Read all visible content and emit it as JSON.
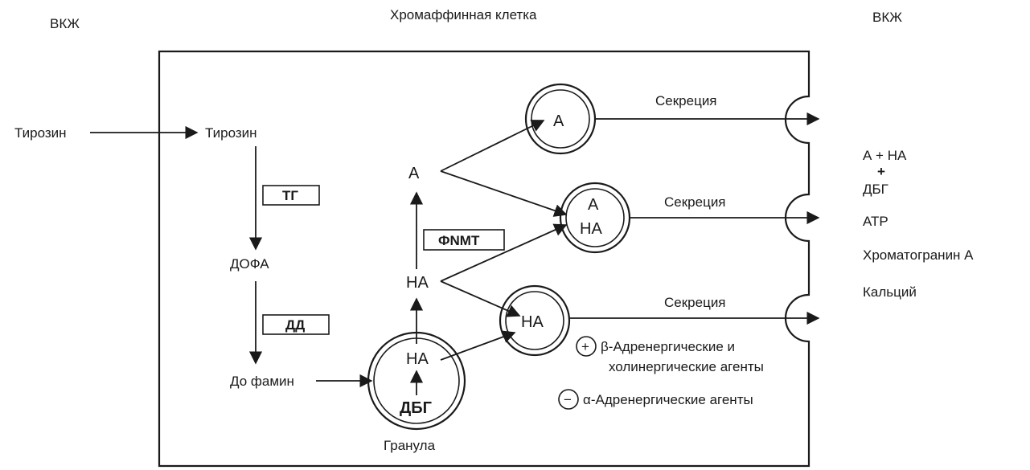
{
  "header": {
    "ecf_left": "ВКЖ",
    "ecf_right": "ВКЖ",
    "cell_title": "Хромаффинная клетка"
  },
  "pathway": {
    "tyrosine_outside": "Тирозин",
    "tyrosine_inside": "Тирозин",
    "enzyme_th": "ТГ",
    "dopa": "ДОФА",
    "enzyme_dd": "ДД",
    "dopamine": "До фамин",
    "granule_na": "НА",
    "granule_dbh": "ДБГ",
    "granule_label": "Гранула",
    "na_mid": "НА",
    "enzyme_pnmt": "ФNMT",
    "a_top": "А"
  },
  "vesicles": {
    "v1_a": "А",
    "v2_a": "А",
    "v2_na": "НА",
    "v3_na": "НА"
  },
  "secretion": {
    "s1": "Секреция",
    "s2": "Секреция",
    "s3": "Секреция"
  },
  "products": {
    "line1": "А + НА",
    "plus": "+",
    "line2": "ДБГ",
    "line3": "АТР",
    "line4": "Хроматогранин А",
    "line5": "Кальций"
  },
  "regulation": {
    "plus_sign": "+",
    "beta_line1": "β-Адренергические и",
    "beta_line2": "холинергические агенты",
    "minus_sign": "−",
    "alpha": "α-Адренергические агенты"
  }
}
